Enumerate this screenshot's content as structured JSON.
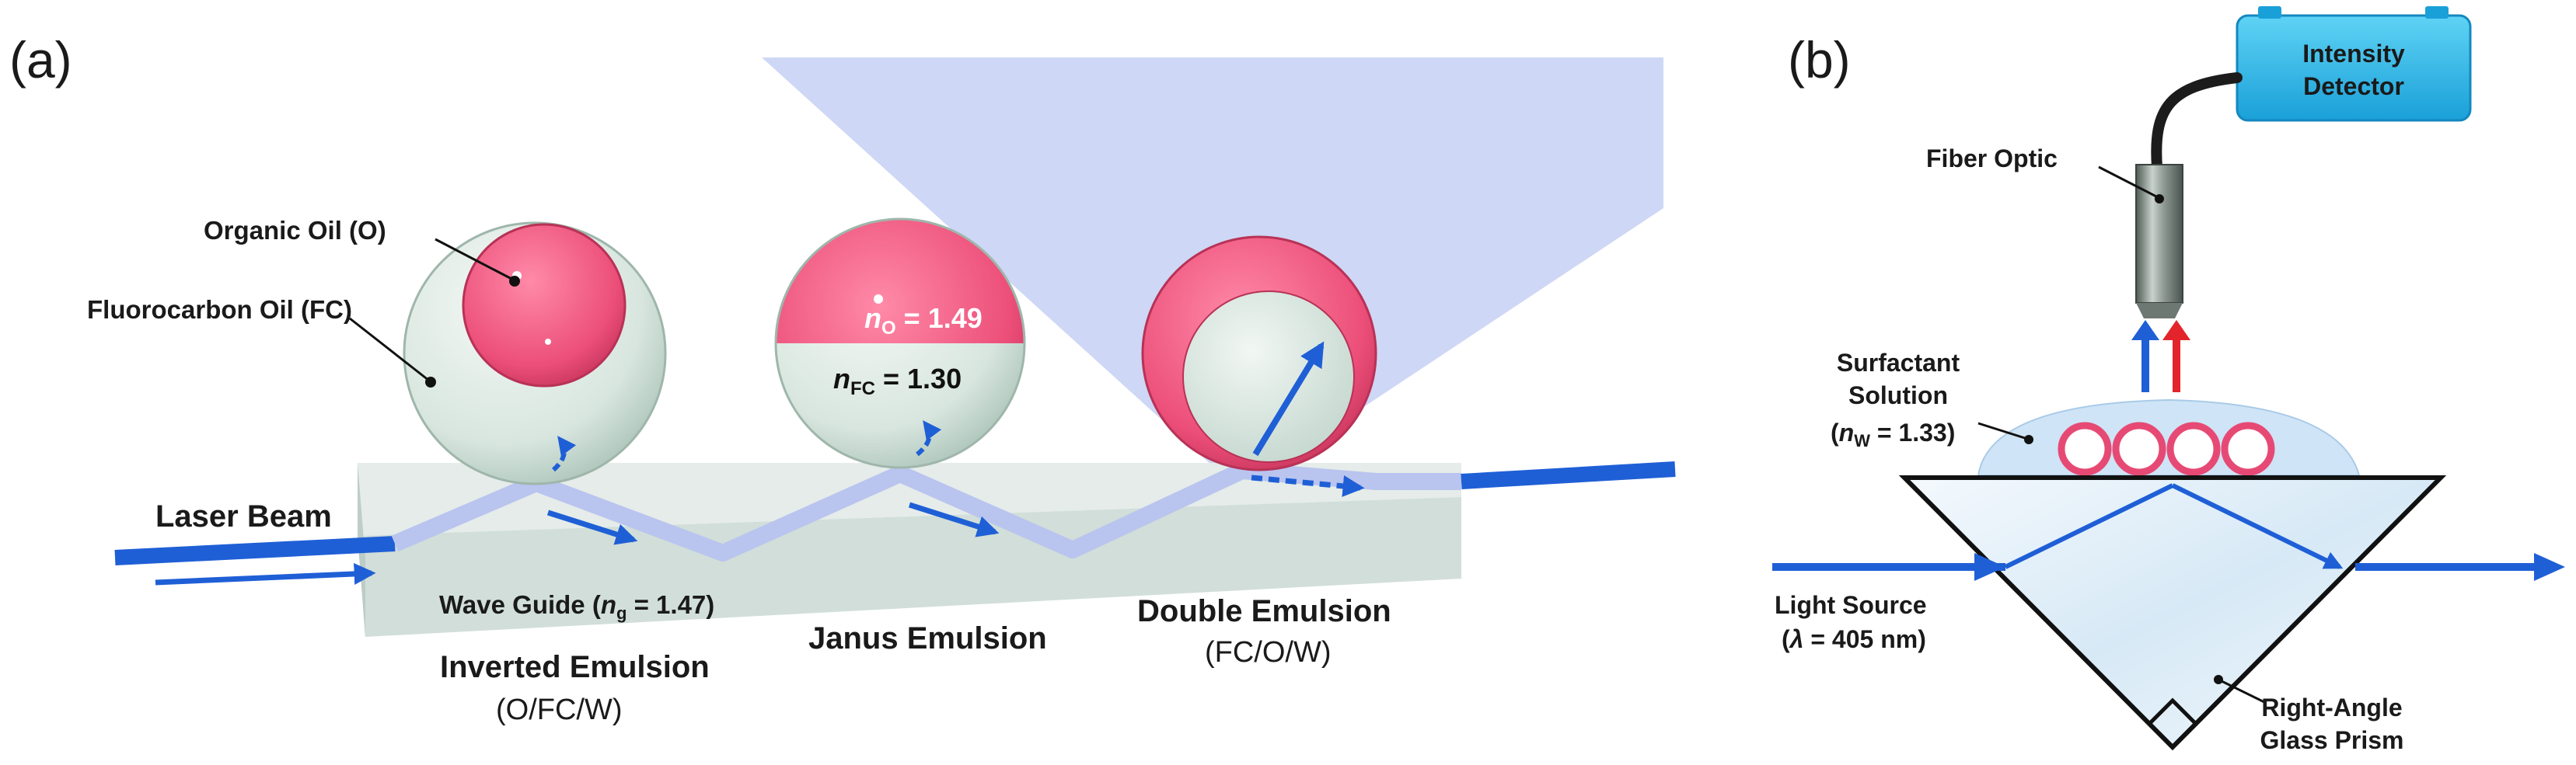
{
  "panel_a": {
    "tag": "(a)",
    "organic_oil": "Organic Oil (O)",
    "fluorocarbon_oil": "Fluorocarbon Oil (FC)",
    "laser_beam": "Laser Beam",
    "waveguide": {
      "prefix": "Wave Guide (",
      "var": "n",
      "sub": "g",
      "suffix": " = 1.47)"
    },
    "n_o": {
      "var": "n",
      "sub": "O",
      "suffix": " = 1.49"
    },
    "n_fc": {
      "var": "n",
      "sub": "FC",
      "suffix": " = 1.30"
    },
    "inverted_title": "Inverted Emulsion",
    "inverted_sub": "(O/FC/W)",
    "janus_title": "Janus Emulsion",
    "double_title": "Double Emulsion",
    "double_sub": "(FC/O/W)"
  },
  "panel_b": {
    "tag": "(b)",
    "detector": [
      "Intensity",
      "Detector"
    ],
    "fiber_optic": "Fiber Optic",
    "surfactant": [
      "Surfactant",
      "Solution"
    ],
    "n_w": {
      "prefix": "(",
      "var": "n",
      "sub": "W",
      "suffix": " = 1.33)"
    },
    "light_source": "Light Source",
    "wavelength": {
      "prefix": "(",
      "var": "λ",
      "suffix": " = 405 nm)"
    },
    "prism": [
      "Right-Angle",
      "Glass Prism"
    ]
  },
  "colors": {
    "beam": "#1f5fd6",
    "pink": "#ea4d78",
    "sphere_gray": "#dbe7e2",
    "detector": "#29b6e8",
    "up_blue": "#1f5fd6",
    "up_red": "#e3242b"
  }
}
